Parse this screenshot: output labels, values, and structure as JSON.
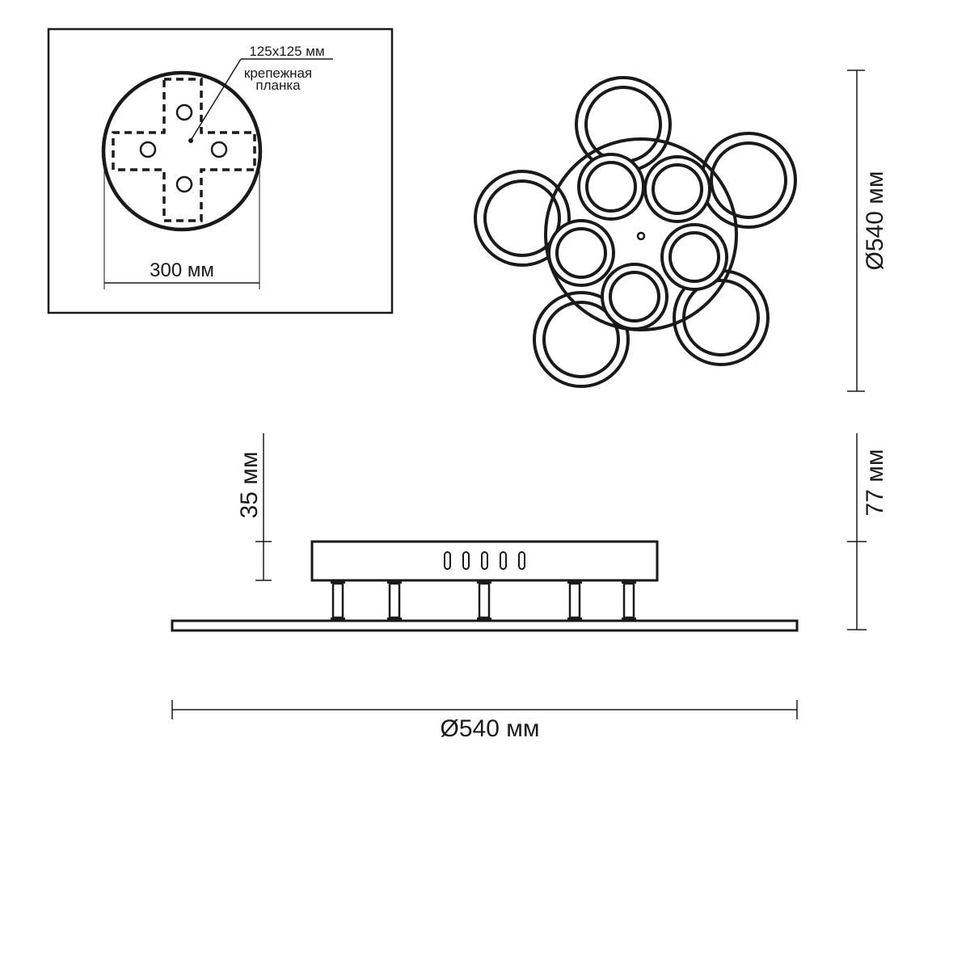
{
  "inset": {
    "plate_size_label": "125x125 мм",
    "bracket_label_line1": "крепежная",
    "bracket_label_line2": "планка",
    "base_width_label": "300 мм"
  },
  "top_view": {
    "diameter_label": "Ø540 мм"
  },
  "side_view": {
    "base_height_label": "35 мм",
    "total_height_label": "77 мм",
    "width_label": "Ø540 мм",
    "indicator_count": 5,
    "post_count": 5
  },
  "colors": {
    "line": "#1a1a1a",
    "background": "#ffffff"
  }
}
